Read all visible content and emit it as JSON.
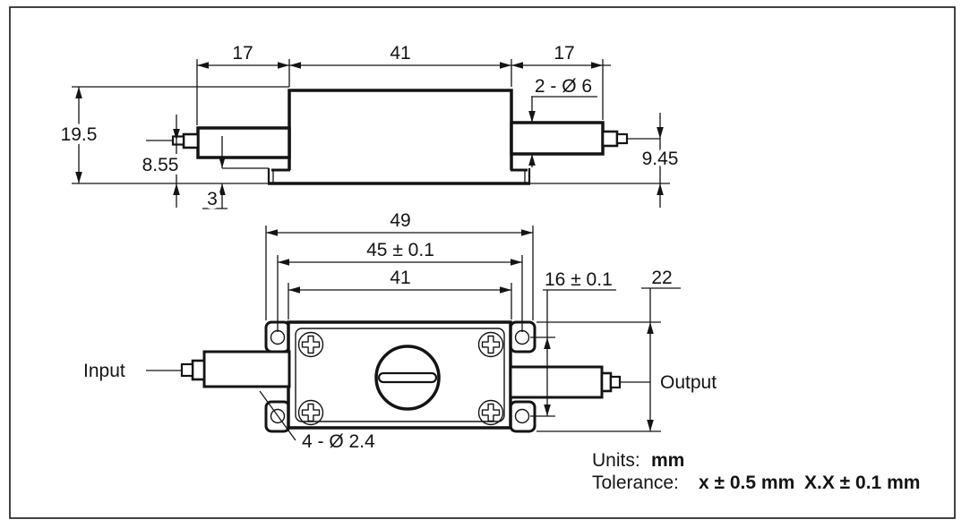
{
  "page": {
    "type": "mechanical dimension drawing, two orthographic views of fiber-optic attenuator module",
    "background": "#ffffff",
    "line_color": "#141414"
  },
  "side_view": {
    "dims": {
      "seg_left": "17",
      "seg_body": "41",
      "seg_right": "17",
      "overall_height": "19.5",
      "input_axis_height": "8.55",
      "base_plate_thickness": "3",
      "connector_bosses": "2 - Ø 6",
      "output_axis_height": "9.45"
    }
  },
  "bottom_view": {
    "labels": {
      "input": "Input",
      "output": "Output"
    },
    "dims": {
      "base_length": "49",
      "mount_hole_span_length": "45 ± 0.1",
      "body_length": "41",
      "mount_hole_span_width": "16 ± 0.1",
      "base_width": "22",
      "mount_holes": "4 - Ø 2.4"
    }
  },
  "notes": {
    "units_label": "Units:",
    "units_value": "mm",
    "tolerance_label": "Tolerance:",
    "tolerance_value_1": "x ± 0.5 mm",
    "tolerance_value_2": "X.X ± 0.1 mm"
  }
}
